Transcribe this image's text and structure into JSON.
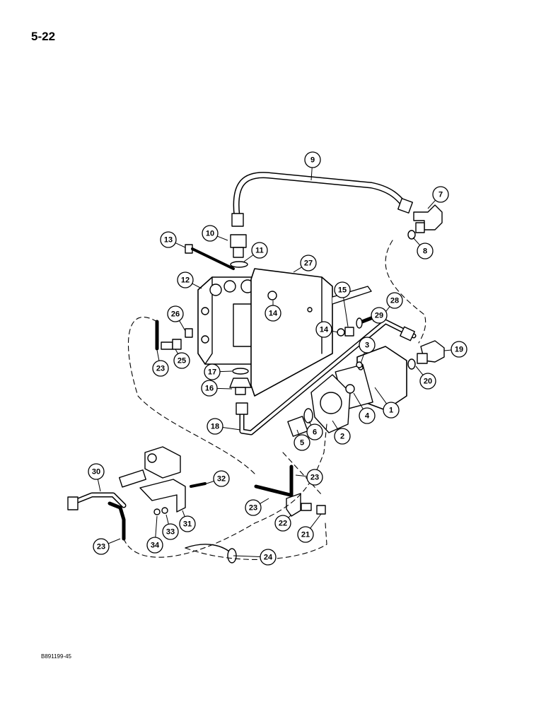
{
  "page_number": "5-22",
  "figure_code": "B891199-45",
  "callouts": [
    {
      "label": "1"
    },
    {
      "label": "2"
    },
    {
      "label": "3"
    },
    {
      "label": "4"
    },
    {
      "label": "5"
    },
    {
      "label": "6"
    },
    {
      "label": "7"
    },
    {
      "label": "8"
    },
    {
      "label": "9"
    },
    {
      "label": "10"
    },
    {
      "label": "11"
    },
    {
      "label": "12"
    },
    {
      "label": "13"
    },
    {
      "label": "14"
    },
    {
      "label": "14"
    },
    {
      "label": "15"
    },
    {
      "label": "16"
    },
    {
      "label": "17"
    },
    {
      "label": "18"
    },
    {
      "label": "19"
    },
    {
      "label": "20"
    },
    {
      "label": "21"
    },
    {
      "label": "22"
    },
    {
      "label": "23"
    },
    {
      "label": "23"
    },
    {
      "label": "23"
    },
    {
      "label": "23"
    },
    {
      "label": "24"
    },
    {
      "label": "25"
    },
    {
      "label": "26"
    },
    {
      "label": "27"
    },
    {
      "label": "28"
    },
    {
      "label": "29"
    },
    {
      "label": "30"
    },
    {
      "label": "31"
    },
    {
      "label": "32"
    },
    {
      "label": "33"
    },
    {
      "label": "34"
    }
  ]
}
